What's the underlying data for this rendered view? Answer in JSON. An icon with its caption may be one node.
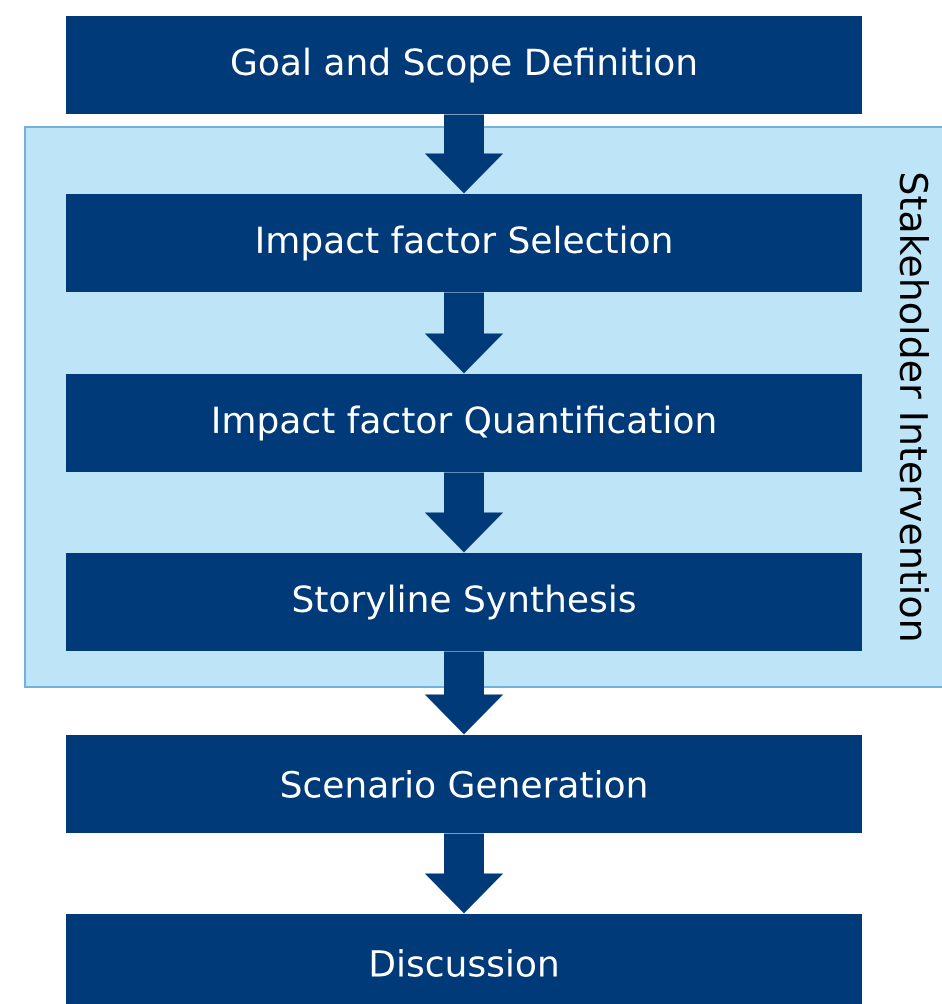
{
  "diagram": {
    "nodes": [
      {
        "text": [
          "Goal and Scope Definition"
        ]
      },
      {
        "text": [
          "Stakeholder Intervention"
        ]
      },
      {
        "text": [
          "Impact factor Selection"
        ],
        "in": 1
      },
      {
        "text": [
          "Impact factor Quantification"
        ],
        "in": 1
      },
      {
        "text": [
          "Storyline Synthesis"
        ],
        "in": 1
      },
      {
        "text": [
          "Scenario Generation"
        ]
      },
      {
        "text": [
          "Discussion"
        ]
      }
    ],
    "edges": [
      {
        "from": 0,
        "to": 2,
        "arrow": "to"
      },
      {
        "from": 2,
        "to": 3,
        "arrow": "to"
      },
      {
        "from": 3,
        "to": 4,
        "arrow": "to"
      },
      {
        "from": 4,
        "to": 5,
        "arrow": "to"
      },
      {
        "from": 5,
        "to": 6,
        "arrow": "to"
      }
    ]
  }
}
